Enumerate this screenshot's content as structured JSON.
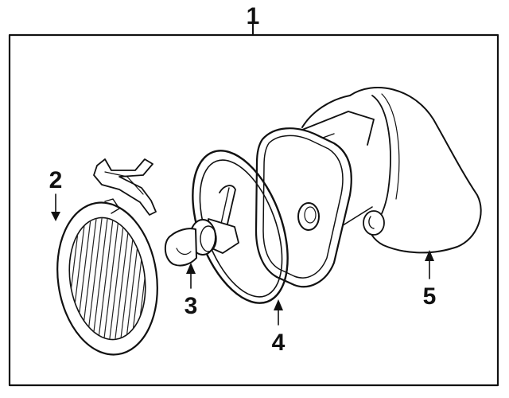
{
  "callouts": {
    "assembly": "1",
    "lens": "2",
    "bulb": "3",
    "gasket": "4",
    "housing": "5"
  },
  "colors": {
    "ink": "#111111",
    "background": "#ffffff"
  }
}
